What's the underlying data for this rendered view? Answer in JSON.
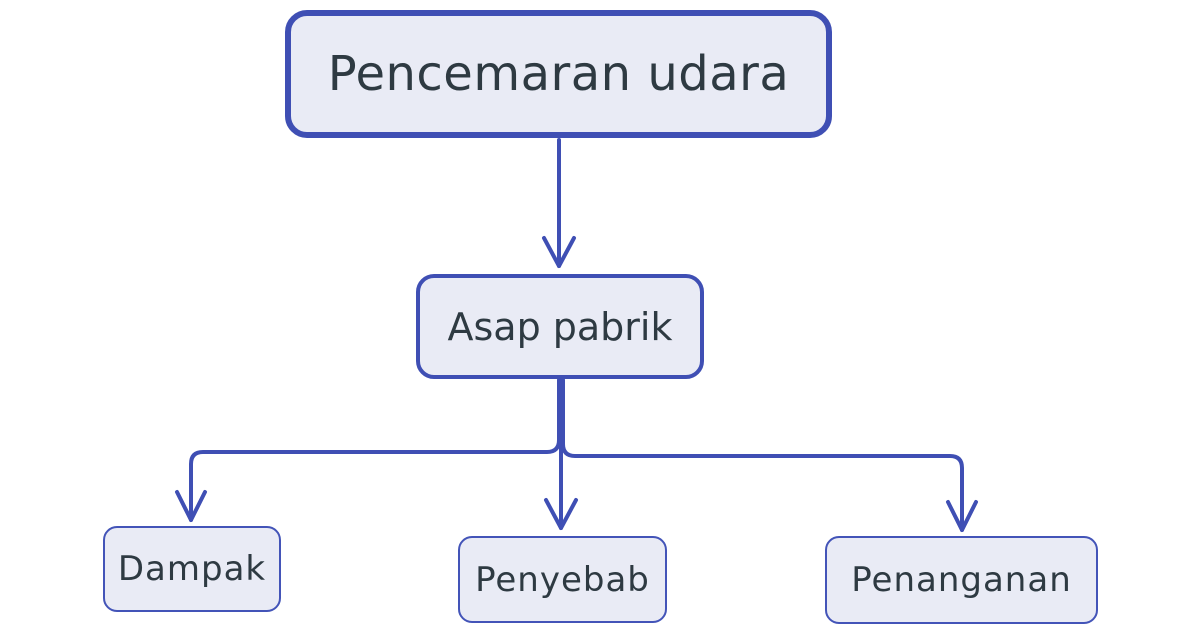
{
  "diagram": {
    "root": {
      "label": "Pencemaran udara"
    },
    "middle": {
      "label": "Asap pabrik"
    },
    "leaves": [
      {
        "label": "Dampak"
      },
      {
        "label": "Penyebab"
      },
      {
        "label": "Penanganan"
      }
    ],
    "colors": {
      "border": "#3f4fb4",
      "fill": "#e9ebf5",
      "text": "#2e3a42",
      "arrow": "#3f4fb4"
    }
  }
}
